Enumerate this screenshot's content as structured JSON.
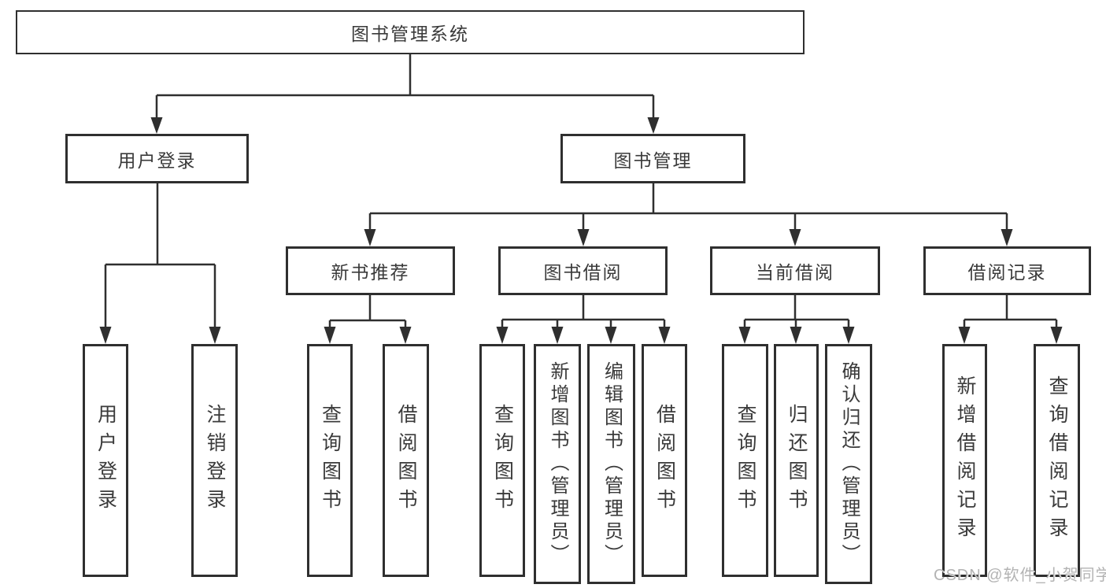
{
  "watermark": "CSDN @软件_小贺同学",
  "colors": {
    "line": "#2f2f2f",
    "text": "#3a3a3a",
    "watermark": "#b3b3b3",
    "background": "#ffffff"
  },
  "tree": {
    "root": {
      "label": "图书管理系统"
    },
    "branches": [
      {
        "label": "用户登录",
        "children": [
          {
            "label": "用户登录"
          },
          {
            "label": "注销登录"
          }
        ]
      },
      {
        "label": "图书管理",
        "children": [
          {
            "label": "新书推荐",
            "children": [
              {
                "label": "查询图书"
              },
              {
                "label": "借阅图书"
              }
            ]
          },
          {
            "label": "图书借阅",
            "children": [
              {
                "label": "查询图书"
              },
              {
                "label": "新增图书（管理员）"
              },
              {
                "label": "编辑图书（管理员）"
              },
              {
                "label": "借阅图书"
              }
            ]
          },
          {
            "label": "当前借阅",
            "children": [
              {
                "label": "查询图书"
              },
              {
                "label": "归还图书"
              },
              {
                "label": "确认归还（管理员）"
              }
            ]
          },
          {
            "label": "借阅记录",
            "children": [
              {
                "label": "新增借阅记录"
              },
              {
                "label": "查询借阅记录"
              }
            ]
          }
        ]
      }
    ]
  }
}
